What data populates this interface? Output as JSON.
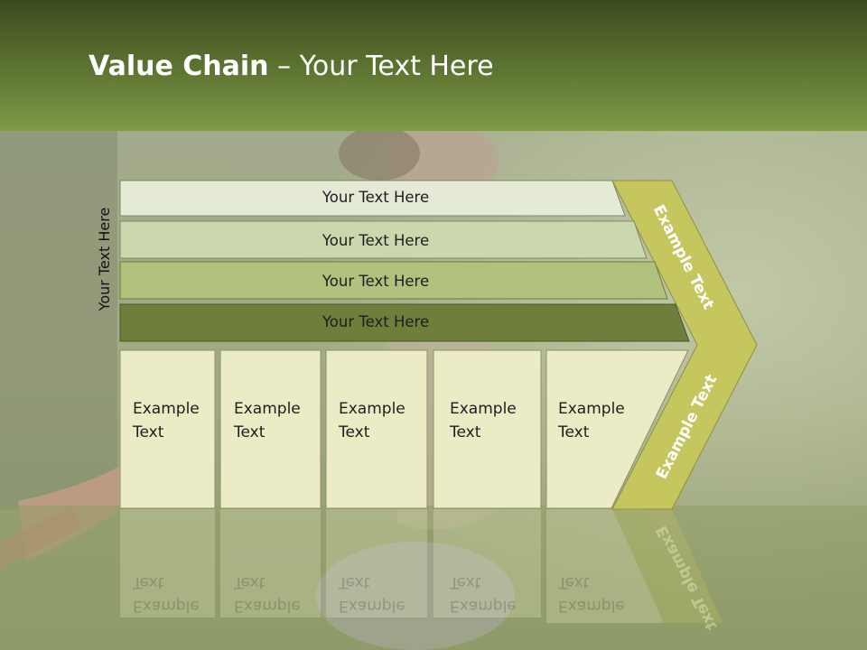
{
  "title": {
    "bold": "Value Chain",
    "rest": " – Your Text Here"
  },
  "side_label": "Your Text Here",
  "bars": [
    {
      "label": "Your Text Here"
    },
    {
      "label": "Your Text Here"
    },
    {
      "label": "Your Text Here"
    },
    {
      "label": "Your Text Here"
    }
  ],
  "boxes": [
    {
      "line1": "Example",
      "line2": "Text"
    },
    {
      "line1": "Example",
      "line2": "Text"
    },
    {
      "line1": "Example",
      "line2": "Text"
    },
    {
      "line1": "Example",
      "line2": "Text"
    },
    {
      "line1": "Example",
      "line2": "Text"
    }
  ],
  "chevron": {
    "upper": "Example Text",
    "lower": "Example Text"
  },
  "colors": {
    "header_dark": "#3c4a20",
    "header_light": "#7f9a48",
    "bar1": "#e4ead6",
    "bar2": "#cbd7ad",
    "bar3": "#b1c27c",
    "bar4": "#6e7f3c",
    "box_fill": "#ebebc5",
    "chevron": "#c5c65e"
  }
}
